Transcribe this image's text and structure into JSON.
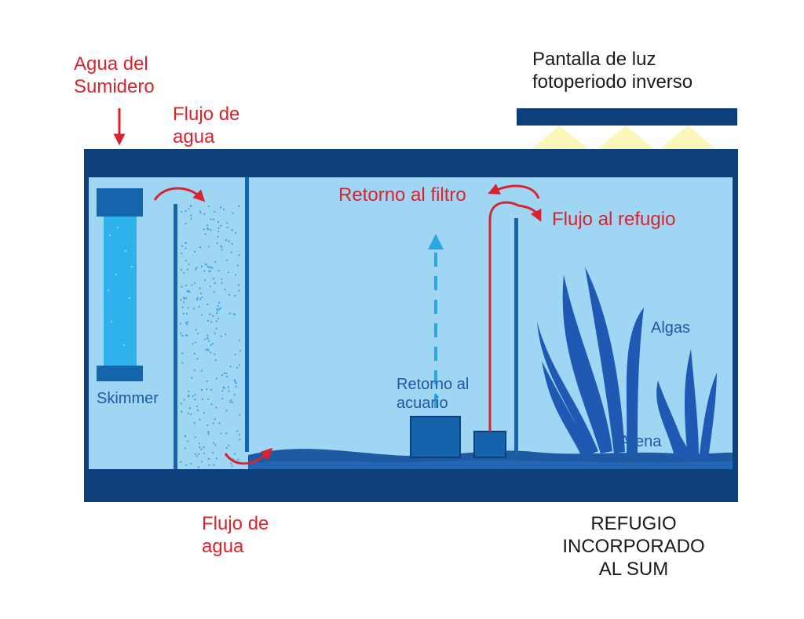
{
  "labels": {
    "sump_water": [
      "Agua del",
      "Sumidero"
    ],
    "flow_top": [
      "Flujo de",
      "agua"
    ],
    "light": [
      "Pantalla de luz",
      "fotoperiodo inverso"
    ],
    "return_filter": "Retorno al filtro",
    "refuge_flow": "Flujo al refugio",
    "skimmer": "Skimmer",
    "algae": "Algas",
    "return_aquarium": [
      "Retorno al",
      "acuario"
    ],
    "sand": "Arena",
    "flow_bottom": [
      "Flujo de",
      "agua"
    ],
    "caption": [
      "REFUGIO",
      "INCORPORADO",
      "AL SUM"
    ]
  },
  "colors": {
    "frame": "#0d3f7d",
    "water": "#9fd6f4",
    "sand": "#1d5aa3",
    "skimmer_body": "#2fb1ec",
    "skimmer_caps": "#1565ad",
    "pumps": "#1463ab",
    "plants": "#2059b4",
    "flow_arrows": "#d9232d",
    "return_dash": "#2aa6e3",
    "light_glow": "#fbf7b9",
    "bubbles": "#3aa1d8"
  }
}
